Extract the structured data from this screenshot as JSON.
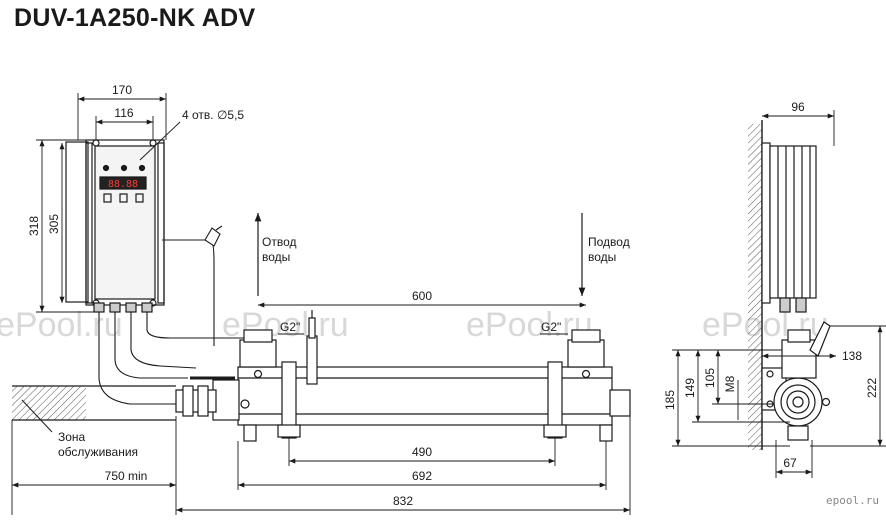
{
  "title": "DUV-1A250-NK ADV",
  "dimensions": {
    "d170": "170",
    "d116": "116",
    "holes": "4 отв. ∅5,5",
    "d318": "318",
    "d305": "305",
    "d600": "600",
    "g2_left": "G2\"",
    "g2_right": "G2\"",
    "d490": "490",
    "d692": "692",
    "d750": "750 min",
    "d832": "832",
    "d96": "96",
    "d138": "138",
    "d222": "222",
    "d185": "185",
    "d149": "149",
    "d105": "105",
    "m8": "M8",
    "d67": "67"
  },
  "labels": {
    "outlet_line1": "Отвод",
    "outlet_line2": "воды",
    "inlet_line1": "Подвод",
    "inlet_line2": "воды",
    "service_line1": "Зона",
    "service_line2": "обслуживания"
  },
  "display": {
    "readout": "88.88"
  },
  "watermark": "ePool.ru",
  "logo": "epool.ru",
  "colors": {
    "line": "#1a1a1a",
    "watermark": "#d8d8d8",
    "display_bg": "#222222",
    "display_red": "#ff3b30"
  }
}
